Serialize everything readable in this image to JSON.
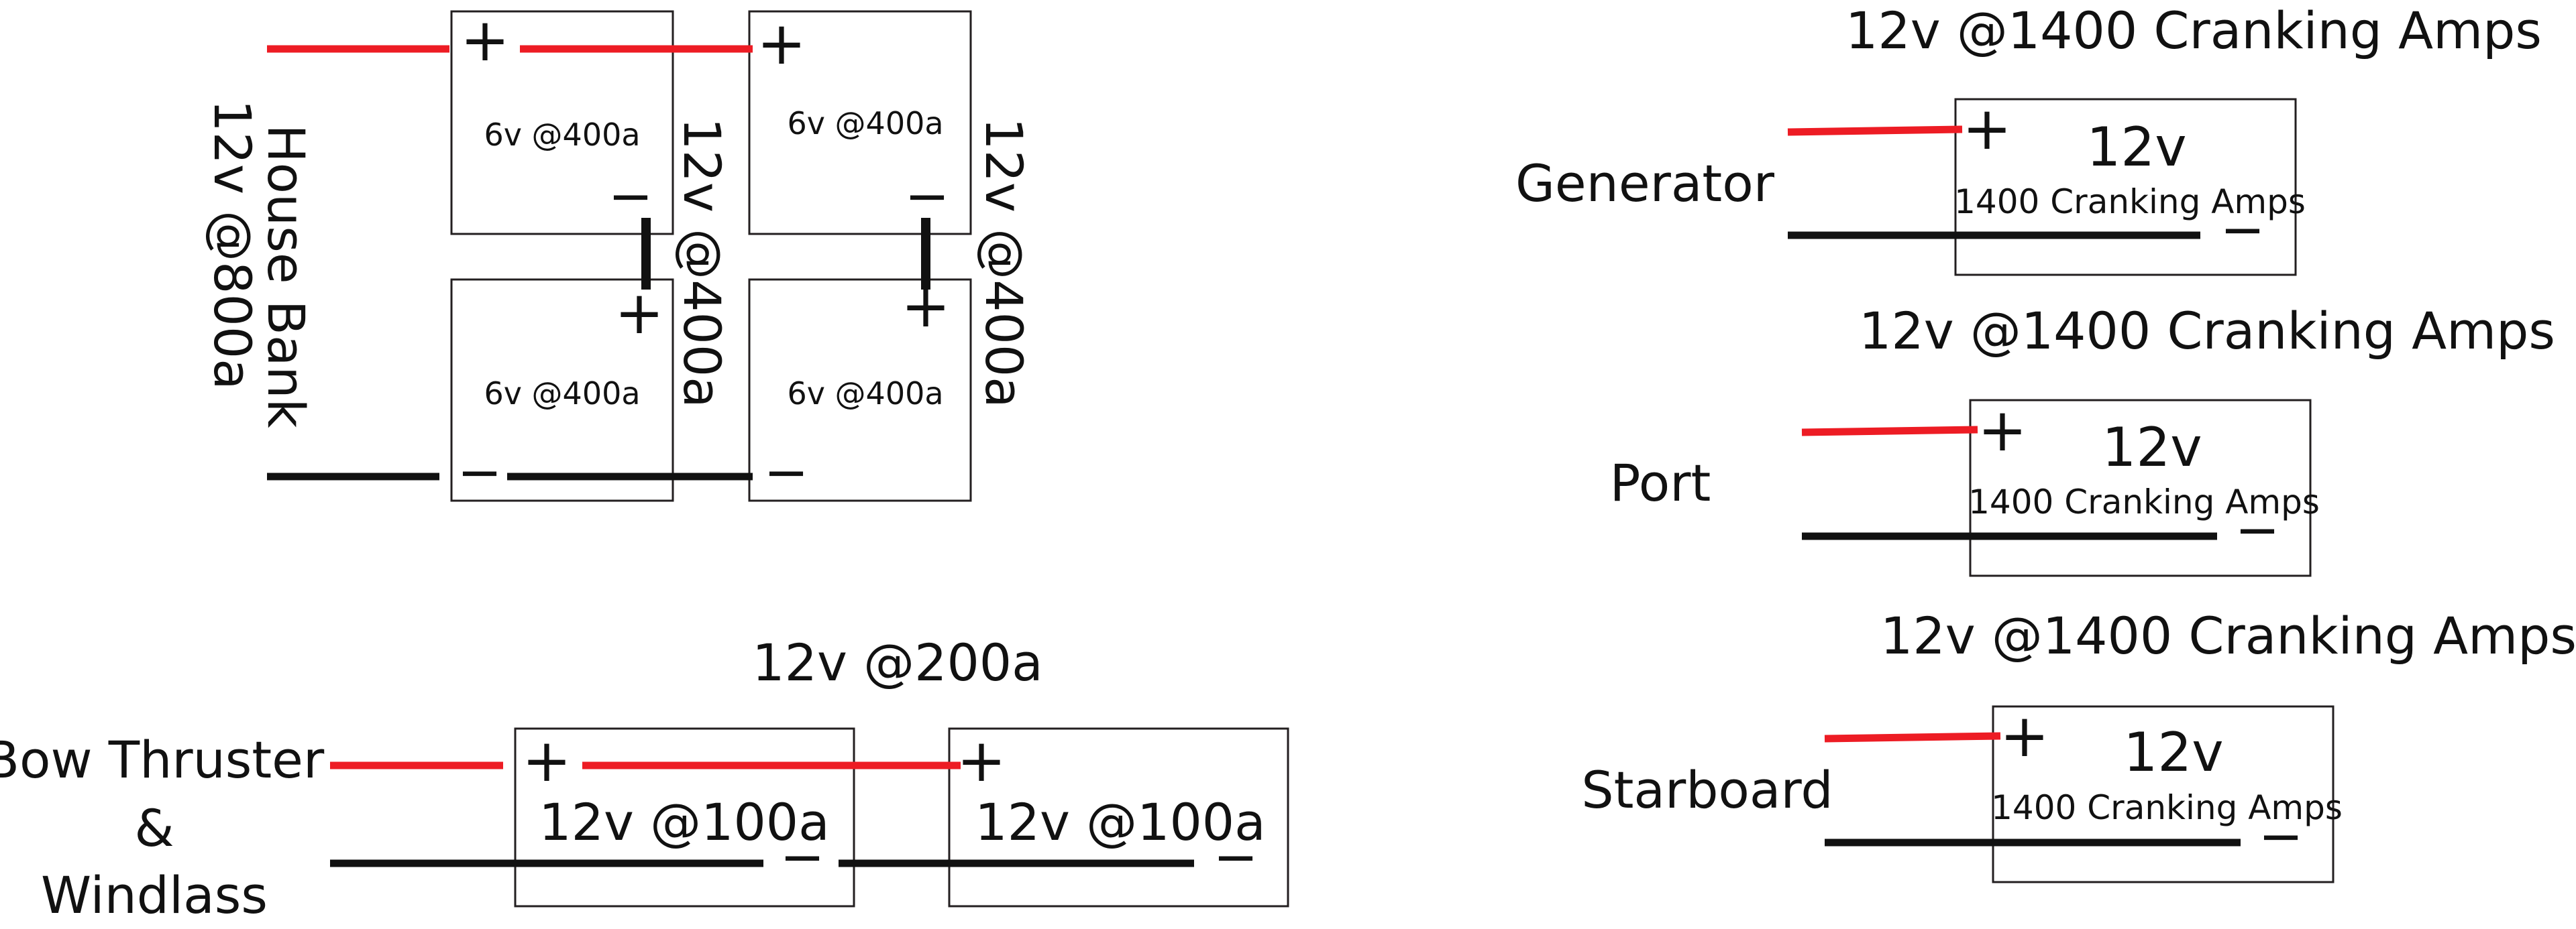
{
  "colors": {
    "positive_wire": "#ed1c24",
    "negative_wire": "#111111",
    "battery_outline": "#231f20"
  },
  "house_bank": {
    "title_line1": "House Bank",
    "title_line2": "12v @800a",
    "batteries": [
      "6v @400a",
      "6v @400a",
      "6v @400a",
      "6v @400a"
    ],
    "pair_label_left": "12v @400a",
    "pair_label_right": "12v @400a"
  },
  "bow_thruster": {
    "label_line1": "Bow Thruster",
    "label_line2": "&",
    "label_line3": "Windlass",
    "bank_label": "12v @200a",
    "batteries": [
      "12v @100a",
      "12v @100a"
    ]
  },
  "start_batteries": [
    {
      "name": "Generator",
      "header": "12v @1400 Cranking Amps",
      "voltage": "12v",
      "rating": "1400 Cranking Amps"
    },
    {
      "name": "Port",
      "header": "12v @1400 Cranking Amps",
      "voltage": "12v",
      "rating": "1400 Cranking Amps"
    },
    {
      "name": "Starboard",
      "header": "12v @1400 Cranking Amps",
      "voltage": "12v",
      "rating": "1400 Cranking Amps"
    }
  ],
  "symbols": {
    "plus": "+",
    "minus": "−"
  }
}
